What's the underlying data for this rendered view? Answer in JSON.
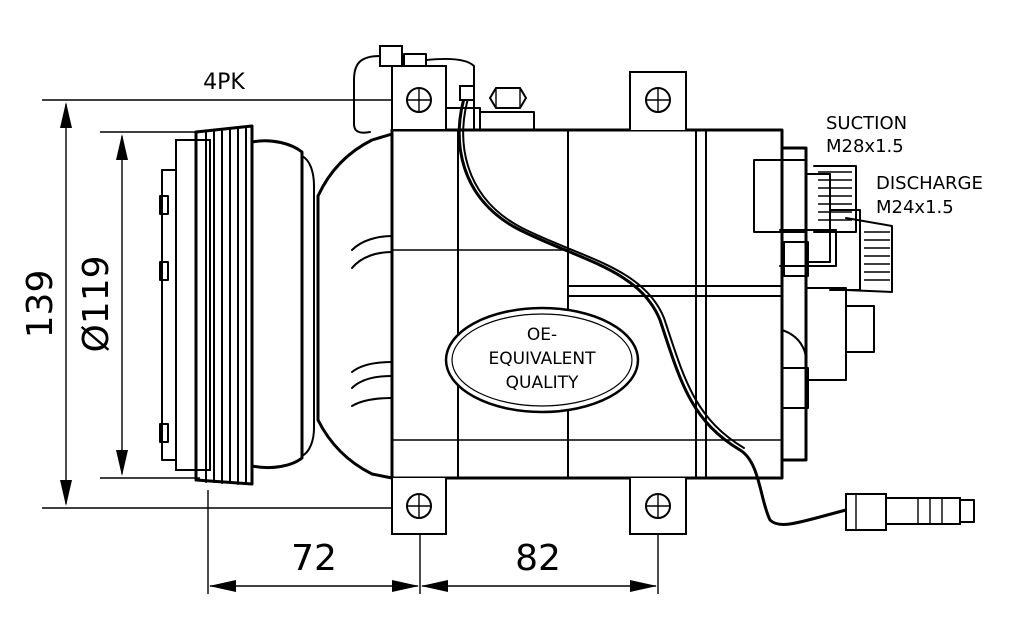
{
  "dimensions": {
    "belt": "4PK",
    "height": "139",
    "pulley_diameter": "Ø119",
    "mount_offset": "72",
    "mount_spacing": "82"
  },
  "ports": {
    "suction_label": "SUCTION",
    "suction_thread": "M28x1.5",
    "discharge_label": "DISCHARGE",
    "discharge_thread": "M24x1.5"
  },
  "badge": {
    "line1": "OE-",
    "line2": "EQUIVALENT",
    "line3": "QUALITY"
  }
}
